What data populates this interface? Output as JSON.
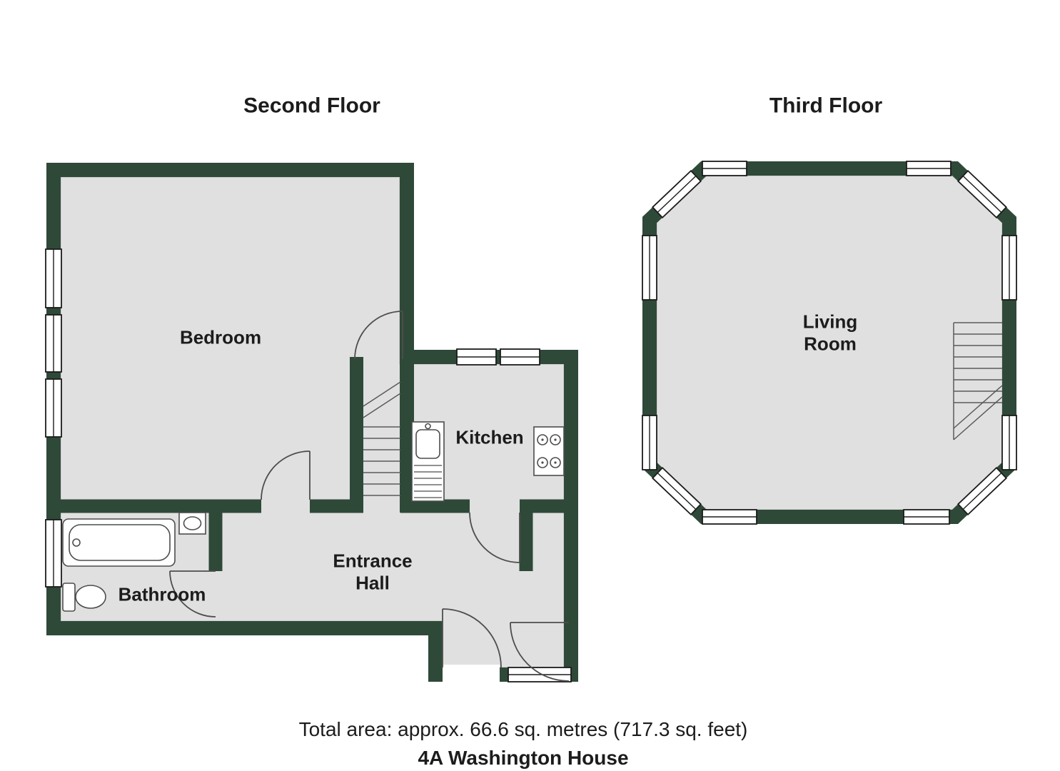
{
  "colors": {
    "wall": "#2f4939",
    "floor": "#e0e0e0",
    "line": "#4d4d4d",
    "window_fill": "#ffffff",
    "text": "#1c1c1c"
  },
  "second_floor": {
    "title": "Second Floor",
    "rooms": {
      "bedroom": "Bedroom",
      "kitchen": "Kitchen",
      "entrance_hall": "Entrance\nHall",
      "bathroom": "Bathroom"
    }
  },
  "third_floor": {
    "title": "Third Floor",
    "rooms": {
      "living_room": "Living\nRoom"
    }
  },
  "footer": {
    "area_line": "Total area: approx. 66.6 sq. metres (717.3 sq. feet)",
    "name_line": "4A Washington House"
  }
}
